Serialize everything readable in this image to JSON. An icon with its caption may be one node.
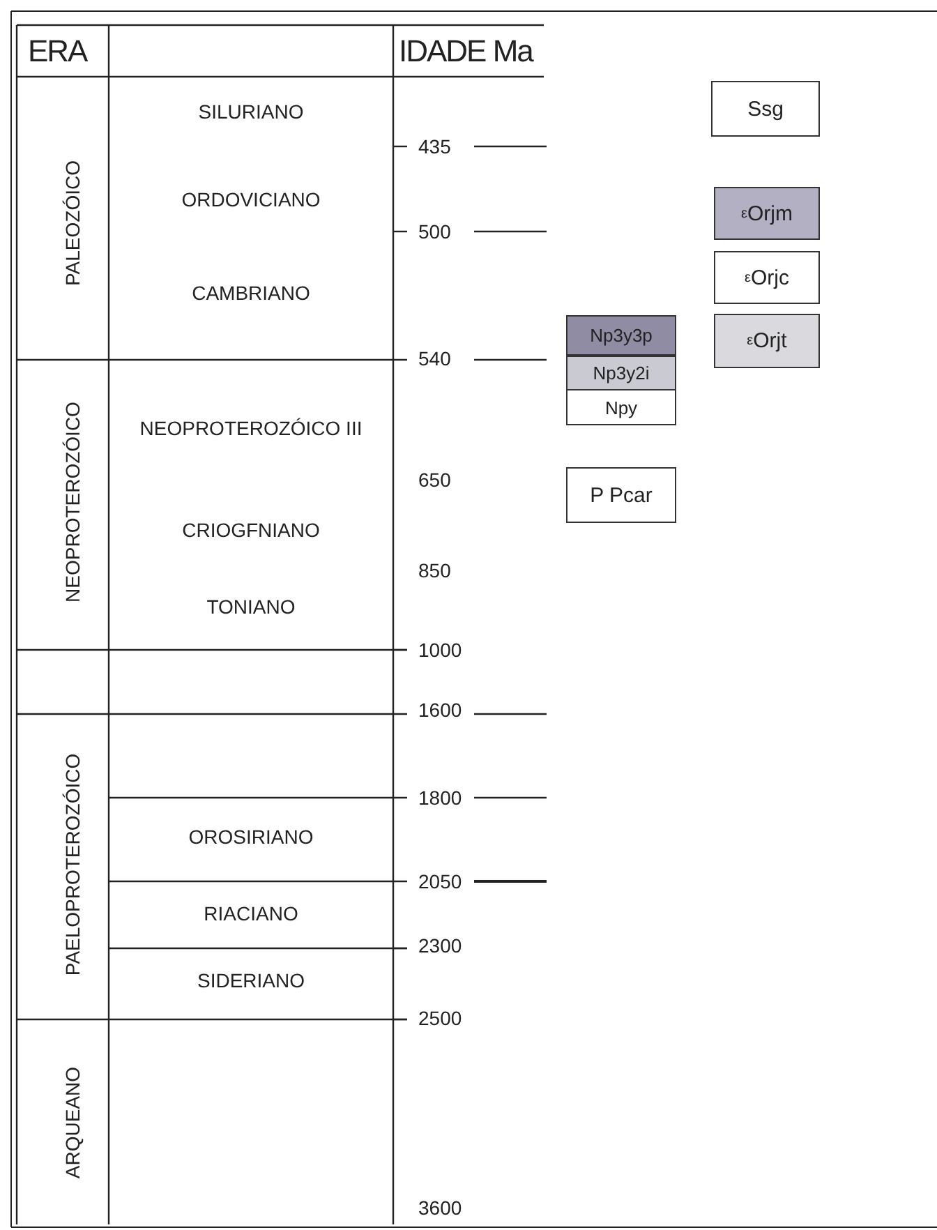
{
  "diagram": {
    "nodes": [
      {
        "text": [
          "Ssg"
        ]
      },
      {
        "text": [
          "$_{ε}$Orjm"
        ]
      },
      {
        "text": [
          "$_{ε}$Orjc"
        ]
      },
      {
        "text": [
          "$_{ε}$Orjt"
        ]
      },
      {
        "text": [
          "Np3y3p"
        ]
      },
      {
        "text": [
          "Np3y2i"
        ]
      },
      {
        "text": [
          "Npy"
        ]
      },
      {
        "text": [
          "P Pcar"
        ]
      }
    ],
    "labels": [
      "ERA",
      "IDADE Ma",
      "SILURIANO",
      "PALEOZÓICO",
      "435",
      "ORDOVICIANO",
      "500",
      "CAMBRIANO",
      "540",
      "NEOPROTEROZÓICO",
      "NEOPROTEROZÓICO III",
      "650",
      "CRIOGFNIANO",
      "850",
      "TONIANO",
      "1000",
      "1600",
      "PAELOPROTEROZÓICO",
      "1800",
      "OROSIRIANO",
      "2050",
      "RIACIANO",
      "2300",
      "SIDERIANO",
      "2500",
      "ARQUEANO",
      "3600"
    ]
  }
}
